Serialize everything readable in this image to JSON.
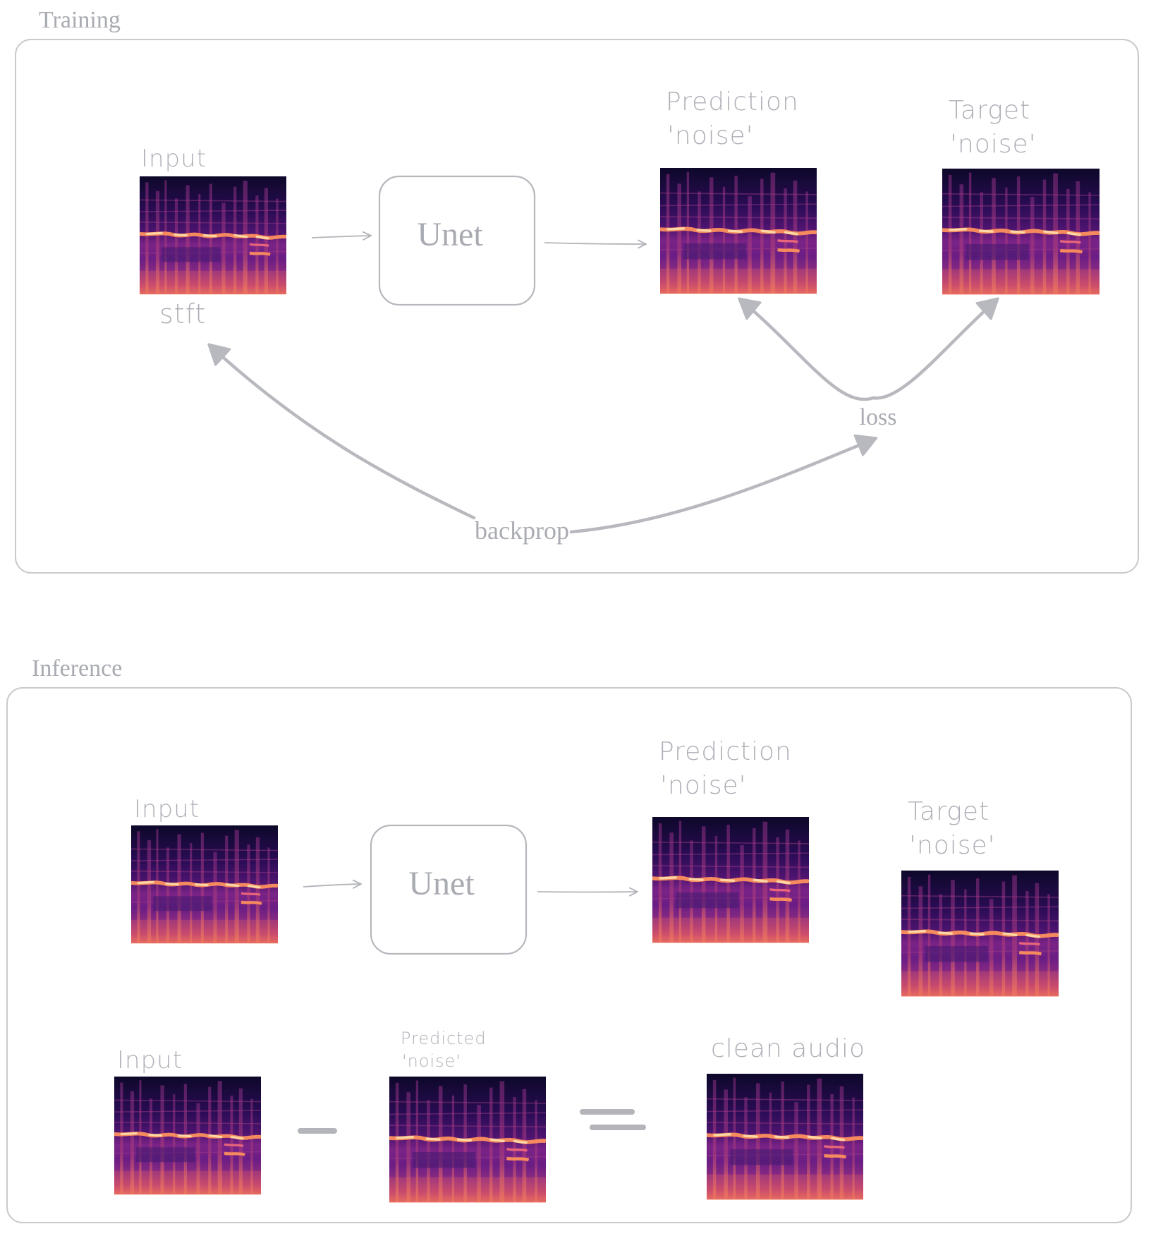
{
  "colors": {
    "panel_border": "#c9cacd",
    "label_text": "#a9abb2",
    "arrow": "#b5b7bc",
    "spectrogram_dark": "#0d0829",
    "spectrogram_mid": "#6a1d84",
    "spectrogram_hot": "#f0745b",
    "spectrogram_peak": "#fcd7a3"
  },
  "training": {
    "section_title": "Training",
    "input_label": "Input",
    "stft_label": "stft",
    "unet_label": "Unet",
    "prediction_label_line1": "Prediction",
    "prediction_label_line2": "'noise'",
    "target_label_line1": "Target",
    "target_label_line2": "'noise'",
    "loss_label": "loss",
    "backprop_label": "backprop"
  },
  "inference": {
    "section_title": "Inference",
    "input_label": "Input",
    "unet_label": "Unet",
    "prediction_label_line1": "Prediction",
    "prediction_label_line2": "'noise'",
    "target_label_line1": "Target",
    "target_label_line2": "'noise'",
    "subtract_input_label": "Input",
    "predicted_noise_label_line1": "Predicted",
    "predicted_noise_label_line2": "'noise'",
    "clean_audio_label": "clean audio"
  },
  "icons": {
    "spectrogram": "spectrogram-image",
    "minus": "minus-sign-icon",
    "equals": "equals-sign-icon"
  }
}
